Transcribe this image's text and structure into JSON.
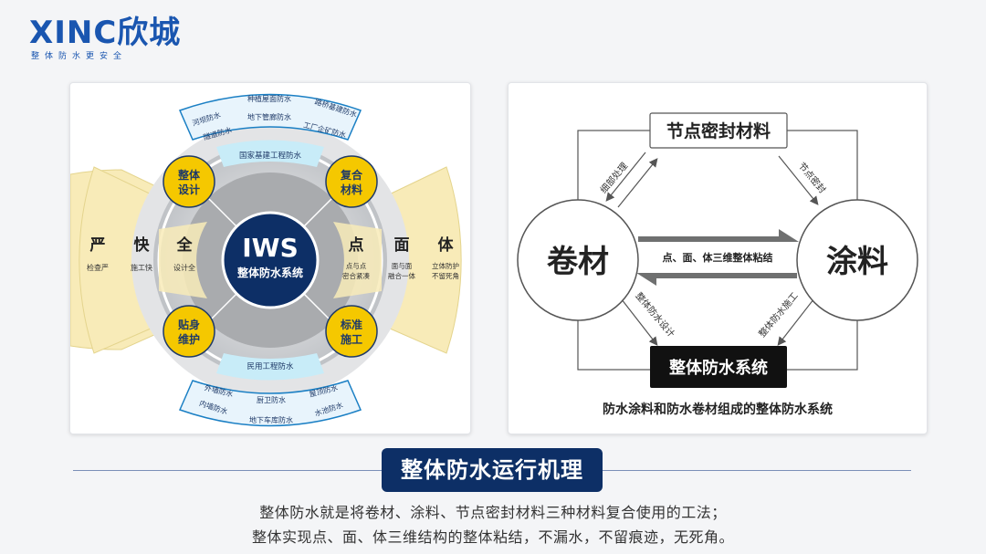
{
  "logo": {
    "text": "XINC欣城",
    "tagline": "整体防水更安全"
  },
  "left_diagram": {
    "center": {
      "title": "IWS",
      "subtitle": "整体防水系统"
    },
    "quadrants": {
      "top_left": [
        "整体",
        "设计"
      ],
      "top_right": [
        "复合",
        "材料"
      ],
      "bottom_left": [
        "贴身",
        "维护"
      ],
      "bottom_right": [
        "标准",
        "施工"
      ]
    },
    "top_band_label": "国家基建工程防水",
    "bottom_band_label": "民用工程防水",
    "top_arc_items": [
      "种植屋面防水",
      "路桥基建防水",
      "河坝防水",
      "地下管廊防水",
      "工厂企矿防水",
      "隧道防水"
    ],
    "bottom_arc_items": [
      "外墙防水",
      "厨卫防水",
      "屋顶防水",
      "内墙防水",
      "地下车库防水",
      "水池防水"
    ],
    "left_wing": [
      {
        "title": "严",
        "sub": "检查严"
      },
      {
        "title": "快",
        "sub": "施工快"
      },
      {
        "title": "全",
        "sub": "设计全"
      }
    ],
    "right_wing": [
      {
        "title": "点",
        "sub1": "点与点",
        "sub2": "密合紧凑"
      },
      {
        "title": "面",
        "sub1": "面与面",
        "sub2": "融合一体"
      },
      {
        "title": "体",
        "sub1": "立体防护",
        "sub2": "不留死角"
      }
    ]
  },
  "right_diagram": {
    "top_box": "节点密封材料",
    "left_circle": "卷材",
    "right_circle": "涂料",
    "bottom_box": "整体防水系统",
    "center_arrow_label": "点、面、体三维整体粘结",
    "edge_labels": {
      "upper_left": "细部处理",
      "upper_right": "节点密封",
      "lower_left": "整体防水设计",
      "lower_right": "整体防水施工"
    },
    "caption": "防水涂料和防水卷材组成的整体防水系统"
  },
  "title": "整体防水运行机理",
  "description": [
    "整体防水就是将卷材、涂料、节点密封材料三种材料复合使用的工法；",
    "整体实现点、面、体三维结构的整体粘结，不漏水，不留痕迹，无死角。"
  ],
  "colors": {
    "brand_blue": "#1a56b0",
    "navy": "#0d2f66",
    "gold": "#f5c800",
    "wing_fill": "#f8ebb8",
    "cyan_band": "#c8ecf8"
  }
}
